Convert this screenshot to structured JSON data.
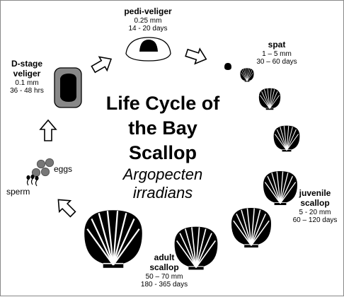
{
  "title": {
    "line1": "Life Cycle of",
    "line2": "the Bay",
    "line3": "Scallop",
    "sci1": "Argopecten",
    "sci2": "irradians"
  },
  "stages": {
    "pedi_veliger": {
      "name": "pedi-veliger",
      "size": "0.25 mm",
      "time": "14 - 20 days"
    },
    "spat": {
      "name": "spat",
      "size": "1 – 5 mm",
      "time": "30 – 60 days"
    },
    "d_stage": {
      "name1": "D-stage",
      "name2": "veliger",
      "size": "0.1 mm",
      "time": "36 - 48 hrs"
    },
    "juvenile": {
      "name1": "juvenile",
      "name2": "scallop",
      "size": "5 - 20 mm",
      "time": "60 – 120 days"
    },
    "adult": {
      "name1": "adult",
      "name2": "scallop",
      "size": "50 – 70 mm",
      "time": "180 - 365 days"
    },
    "eggs": {
      "label": "eggs"
    },
    "sperm": {
      "label": "sperm"
    }
  },
  "icons": [
    "veliger-shell-icon",
    "d-stage-larva-icon",
    "scallop-shell-icon",
    "egg-icon",
    "sperm-icon",
    "cycle-arrow-icon"
  ],
  "colors": {
    "shell": "#000000",
    "arrow_fill": "#ffffff",
    "egg": "#777777",
    "larva_outer": "#888888"
  }
}
